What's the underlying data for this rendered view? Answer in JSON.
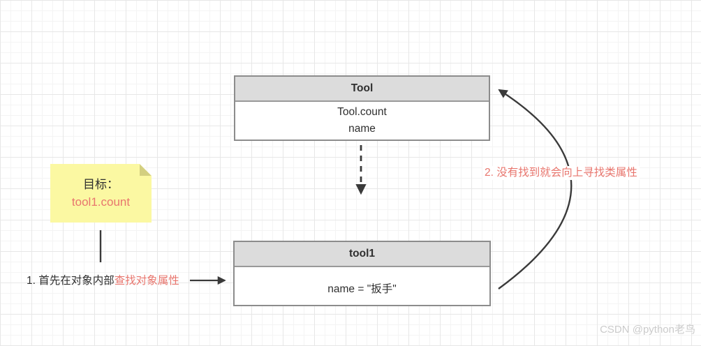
{
  "boxes": {
    "class": {
      "title": "Tool",
      "attributes": [
        "Tool.count",
        "name"
      ]
    },
    "instance": {
      "title": "tool1",
      "field": "name = \"扳手\""
    }
  },
  "note": {
    "title": "目标：",
    "code": "tool1.count"
  },
  "annotations": {
    "step1_black": "1. 首先在对象内部",
    "step1_red": "查找对象属性",
    "step2": "2. 没有找到就会向上寻找类属性"
  },
  "watermark": "CSDN @python老鸟",
  "colors": {
    "box_header_fill": "#dcdcdc",
    "box_border": "#8c8c8c",
    "note_fill": "#fbf8a2",
    "note_fold": "#d3cf80",
    "accent_red": "#e8766e",
    "line": "#3a3a3a",
    "grid_minor": "#f4f4f4",
    "grid_major": "#e7e7e7",
    "watermark_gray": "#cbcbcb"
  }
}
